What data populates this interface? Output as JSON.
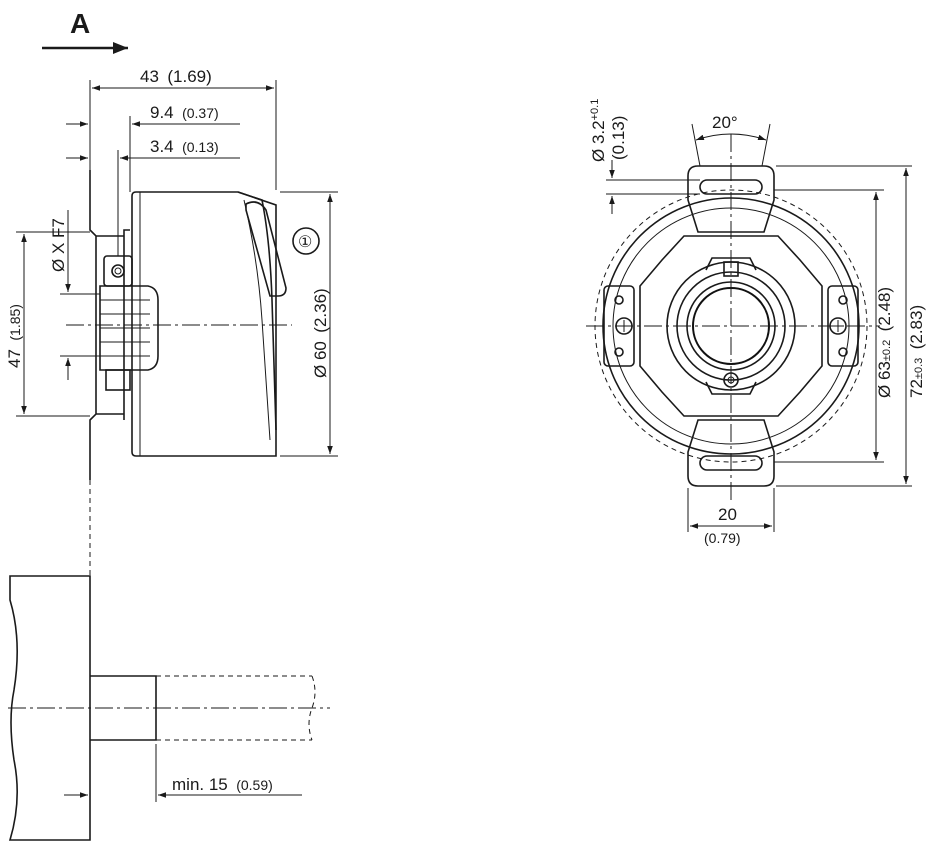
{
  "view_label": "A",
  "side_view": {
    "dim_overall": {
      "value": "43",
      "unit_alt": "(1.69)"
    },
    "dim_flange": {
      "value": "9.4",
      "unit_alt": "(0.37)"
    },
    "dim_offset": {
      "value": "3.4",
      "unit_alt": "(0.13)"
    },
    "dim_bore": {
      "value": "Ø X F7"
    },
    "dim_height": {
      "value": "47",
      "unit_alt": "(1.85)"
    },
    "dim_diameter": {
      "value": "Ø 60",
      "unit_alt": "(2.36)"
    },
    "callout": "①"
  },
  "shaft_view": {
    "dim_min": {
      "value": "min. 15",
      "unit_alt": "(0.59)"
    }
  },
  "front_view": {
    "dim_slot": {
      "value": "Ø 3.2",
      "tol": "+0.1",
      "unit_alt": "(0.13)"
    },
    "dim_angle": {
      "value": "20°"
    },
    "dim_width": {
      "value": "20",
      "unit_alt": "(0.79)"
    },
    "dim_pcd": {
      "value": "Ø 63",
      "tol": "±0.2",
      "unit_alt": "(2.48)"
    },
    "dim_height": {
      "value": "72",
      "tol": "±0.3",
      "unit_alt": "(2.83)"
    }
  }
}
